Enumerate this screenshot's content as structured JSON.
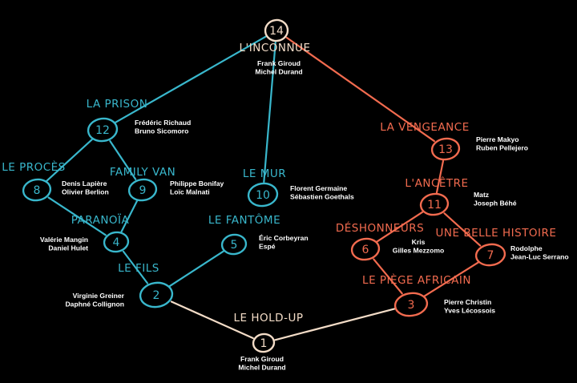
{
  "colors": {
    "background": "#000000",
    "blue": "#39b7cc",
    "orange": "#f26b4f",
    "cream": "#f3dcc7",
    "author_text": "#ffffff"
  },
  "nodes": [
    {
      "id": "n14",
      "number": "14",
      "title": "L'INCONNUE",
      "authors": [
        "Frank Giroud",
        "Michel Durand"
      ],
      "color": "cream"
    },
    {
      "id": "n12",
      "number": "12",
      "title": "LA PRISON",
      "authors": [
        "Frédéric Richaud",
        "Bruno Sicomoro"
      ],
      "color": "blue"
    },
    {
      "id": "n8",
      "number": "8",
      "title": "LE PROCÈS",
      "authors": [
        "Denis Lapière",
        "Olivier Berlion"
      ],
      "color": "blue"
    },
    {
      "id": "n9",
      "number": "9",
      "title": "FAMILY VAN",
      "authors": [
        "Philippe Bonifay",
        "Loïc Malnati"
      ],
      "color": "blue"
    },
    {
      "id": "n10",
      "number": "10",
      "title": "LE MUR",
      "authors": [
        "Florent Germaine",
        "Sébastien Goethals"
      ],
      "color": "blue"
    },
    {
      "id": "n4",
      "number": "4",
      "title": "PARANOÏA",
      "authors": [
        "Valérie Mangin",
        "Daniel Hulet"
      ],
      "color": "blue"
    },
    {
      "id": "n5",
      "number": "5",
      "title": "LE FANTÔME",
      "authors": [
        "Éric Corbeyran",
        "Espé"
      ],
      "color": "blue"
    },
    {
      "id": "n2",
      "number": "2",
      "title": "LE FILS",
      "authors": [
        "Virginie Greiner",
        "Daphné Collignon"
      ],
      "color": "blue"
    },
    {
      "id": "n1",
      "number": "1",
      "title": "LE HOLD-UP",
      "authors": [
        "Frank Giroud",
        "Michel Durand"
      ],
      "color": "cream"
    },
    {
      "id": "n13",
      "number": "13",
      "title": "LA VENGEANCE",
      "authors": [
        "Pierre Makyo",
        "Ruben Pellejero"
      ],
      "color": "orange"
    },
    {
      "id": "n11",
      "number": "11",
      "title": "L'ANCÊTRE",
      "authors": [
        "Matz",
        "Joseph Béhé"
      ],
      "color": "orange"
    },
    {
      "id": "n6",
      "number": "6",
      "title": "DÉSHONNEURS",
      "authors": [
        "Kris",
        "Gilles Mezzomo"
      ],
      "color": "orange"
    },
    {
      "id": "n7",
      "number": "7",
      "title": "UNE BELLE HISTOIRE",
      "authors": [
        "Rodolphe",
        "Jean-Luc Serrano"
      ],
      "color": "orange"
    },
    {
      "id": "n3",
      "number": "3",
      "title": "LE PIÈGE AFRICAIN",
      "authors": [
        "Pierre Christin",
        "Yves Lécossois"
      ],
      "color": "orange"
    }
  ],
  "edges": [
    {
      "from": "n1",
      "to": "n2",
      "color": "cream"
    },
    {
      "from": "n1",
      "to": "n3",
      "color": "cream"
    },
    {
      "from": "n2",
      "to": "n4",
      "color": "blue"
    },
    {
      "from": "n2",
      "to": "n5",
      "color": "blue"
    },
    {
      "from": "n4",
      "to": "n8",
      "color": "blue"
    },
    {
      "from": "n4",
      "to": "n9",
      "color": "blue"
    },
    {
      "from": "n8",
      "to": "n12",
      "color": "blue"
    },
    {
      "from": "n9",
      "to": "n12",
      "color": "blue"
    },
    {
      "from": "n12",
      "to": "n14",
      "color": "blue"
    },
    {
      "from": "n10",
      "to": "n14",
      "color": "blue"
    },
    {
      "from": "n3",
      "to": "n6",
      "color": "orange"
    },
    {
      "from": "n3",
      "to": "n7",
      "color": "orange"
    },
    {
      "from": "n6",
      "to": "n11",
      "color": "orange"
    },
    {
      "from": "n7",
      "to": "n11",
      "color": "orange"
    },
    {
      "from": "n11",
      "to": "n13",
      "color": "orange"
    },
    {
      "from": "n13",
      "to": "n14",
      "color": "orange"
    }
  ]
}
